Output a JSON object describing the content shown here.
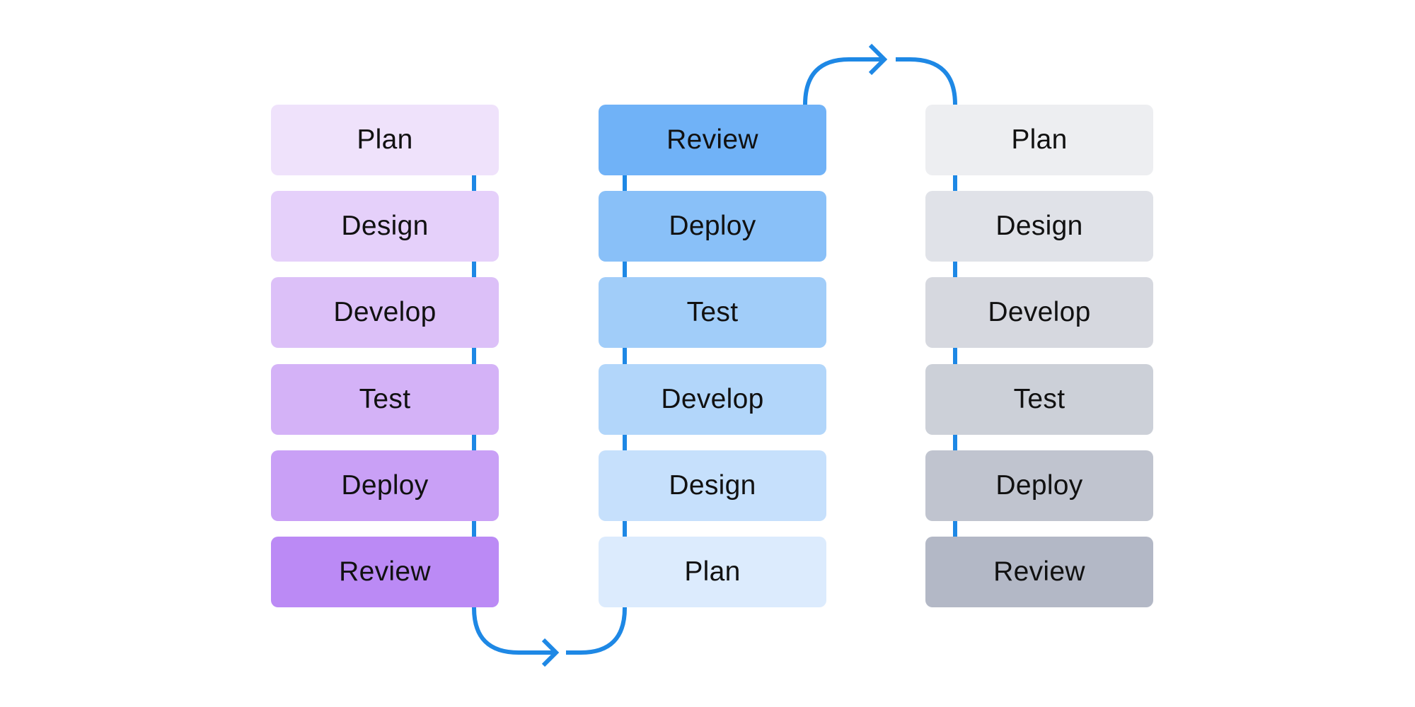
{
  "diagram": {
    "columns": [
      {
        "steps": [
          {
            "label": "Plan",
            "color": "#efe2fb"
          },
          {
            "label": "Design",
            "color": "#e5d0fa"
          },
          {
            "label": "Develop",
            "color": "#dcc0f8"
          },
          {
            "label": "Test",
            "color": "#d4b2f7"
          },
          {
            "label": "Deploy",
            "color": "#c9a0f6"
          },
          {
            "label": "Review",
            "color": "#bb8af5"
          }
        ]
      },
      {
        "steps": [
          {
            "label": "Review",
            "color": "#70b2f7"
          },
          {
            "label": "Deploy",
            "color": "#89c0f8"
          },
          {
            "label": "Test",
            "color": "#a1cdf9"
          },
          {
            "label": "Develop",
            "color": "#b2d6fa"
          },
          {
            "label": "Design",
            "color": "#c6e0fc"
          },
          {
            "label": "Plan",
            "color": "#dcebfd"
          }
        ]
      },
      {
        "steps": [
          {
            "label": "Plan",
            "color": "#edeef1"
          },
          {
            "label": "Design",
            "color": "#e0e2e8"
          },
          {
            "label": "Develop",
            "color": "#d6d8df"
          },
          {
            "label": "Test",
            "color": "#ccd0d8"
          },
          {
            "label": "Deploy",
            "color": "#c0c4cf"
          },
          {
            "label": "Review",
            "color": "#b3b8c6"
          }
        ]
      }
    ],
    "connector_color": "#1e88e5"
  }
}
